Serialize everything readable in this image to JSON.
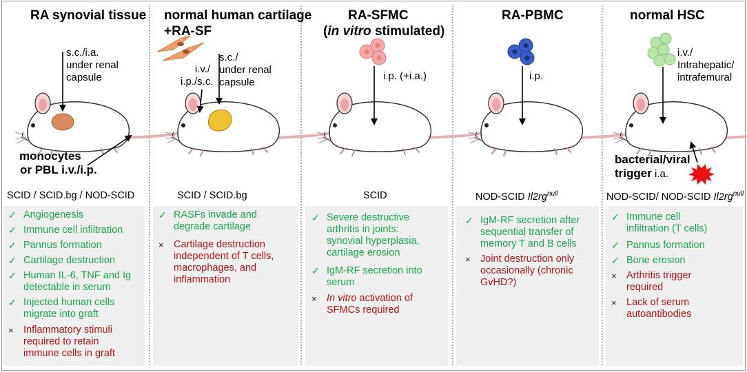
{
  "columns": [
    {
      "title": "RA synovial tissue",
      "route": [
        "s.c./i.a.",
        "under renal",
        "capsule"
      ],
      "route2": [
        "monocytes",
        "or PBL i.v./i.p."
      ],
      "model": "SCID / SCID.bg / NOD-SCID",
      "features": [
        {
          "type": "pos",
          "lines": [
            "Angiogenesis"
          ]
        },
        {
          "type": "pos",
          "lines": [
            "Immune cell infiltration"
          ]
        },
        {
          "type": "pos",
          "lines": [
            "Pannus formation"
          ]
        },
        {
          "type": "pos",
          "lines": [
            "Cartilage destruction"
          ]
        },
        {
          "type": "pos",
          "lines": [
            "Human IL-6, TNF and Ig",
            "detectable in serum"
          ]
        },
        {
          "type": "pos",
          "lines": [
            "Injected human cells",
            "migrate into graft"
          ]
        },
        {
          "type": "neg",
          "lines": [
            "Inflammatory stimuli",
            "required to retain",
            "immune cells in graft"
          ]
        }
      ]
    },
    {
      "title": [
        "normal human cartilage",
        "+RA-SF"
      ],
      "route": [
        "s.c./",
        "under renal",
        "capsule"
      ],
      "route2": [
        "i.v./",
        "i.p./s.c."
      ],
      "model": "SCID / SCID.bg",
      "features": [
        {
          "type": "pos",
          "lines": [
            "RASFs invade and",
            "degrade cartilage"
          ]
        },
        {
          "type": "neg",
          "lines": [
            "Cartilage destruction",
            "independent of T cells,",
            "macrophages, and",
            "inflammation"
          ]
        }
      ]
    },
    {
      "title": [
        "RA-SFMC",
        "in vitro",
        " stimulated)"
      ],
      "route": [
        "i.p. (+i.a.)"
      ],
      "model": "SCID",
      "features": [
        {
          "type": "pos",
          "lines": [
            "Severe destructive",
            "arthritis in joints:",
            "synovial hyperplasia,",
            "cartilage erosion"
          ]
        },
        {
          "type": "pos",
          "lines": [
            "IgM-RF secretion into",
            "serum"
          ]
        },
        {
          "type": "neg",
          "lines": [
            "In vitro",
            " activation of",
            "SFMCs required"
          ]
        }
      ]
    },
    {
      "title": "RA-PBMC",
      "route": [
        "i.p."
      ],
      "model": [
        "NOD-SCID ",
        "Il2rg",
        "null"
      ],
      "features": [
        {
          "type": "pos",
          "lines": [
            "IgM-RF secretion after",
            "sequential transfer of",
            "memory T and B cells"
          ]
        },
        {
          "type": "neg",
          "lines": [
            "Joint destruction only",
            "occasionally (chronic",
            "GvHD?)"
          ]
        }
      ]
    },
    {
      "title": "normal HSC",
      "route": [
        "i.v./",
        "Intrahepatic/",
        "intrafemural"
      ],
      "route2": [
        "bacterial/viral",
        "trigger",
        " i.a."
      ],
      "model": [
        "NOD-SCID/ NOD-SCID ",
        "Il2rg",
        "null"
      ],
      "features": [
        {
          "type": "pos",
          "lines": [
            "Immune cell",
            "infiltration (T cells)"
          ]
        },
        {
          "type": "pos",
          "lines": [
            "Pannus formation"
          ]
        },
        {
          "type": "pos",
          "lines": [
            "Bone erosion"
          ]
        },
        {
          "type": "neg",
          "lines": [
            "Arthritis trigger",
            "required"
          ]
        },
        {
          "type": "neg",
          "lines": [
            "Lack of serum",
            "autoantibodies"
          ]
        }
      ]
    }
  ],
  "marks": {
    "pos": "✓",
    "neg": "×"
  },
  "colors": {
    "pos": "#1aa54a",
    "neg": "#b01515",
    "panel": "#efefef"
  }
}
